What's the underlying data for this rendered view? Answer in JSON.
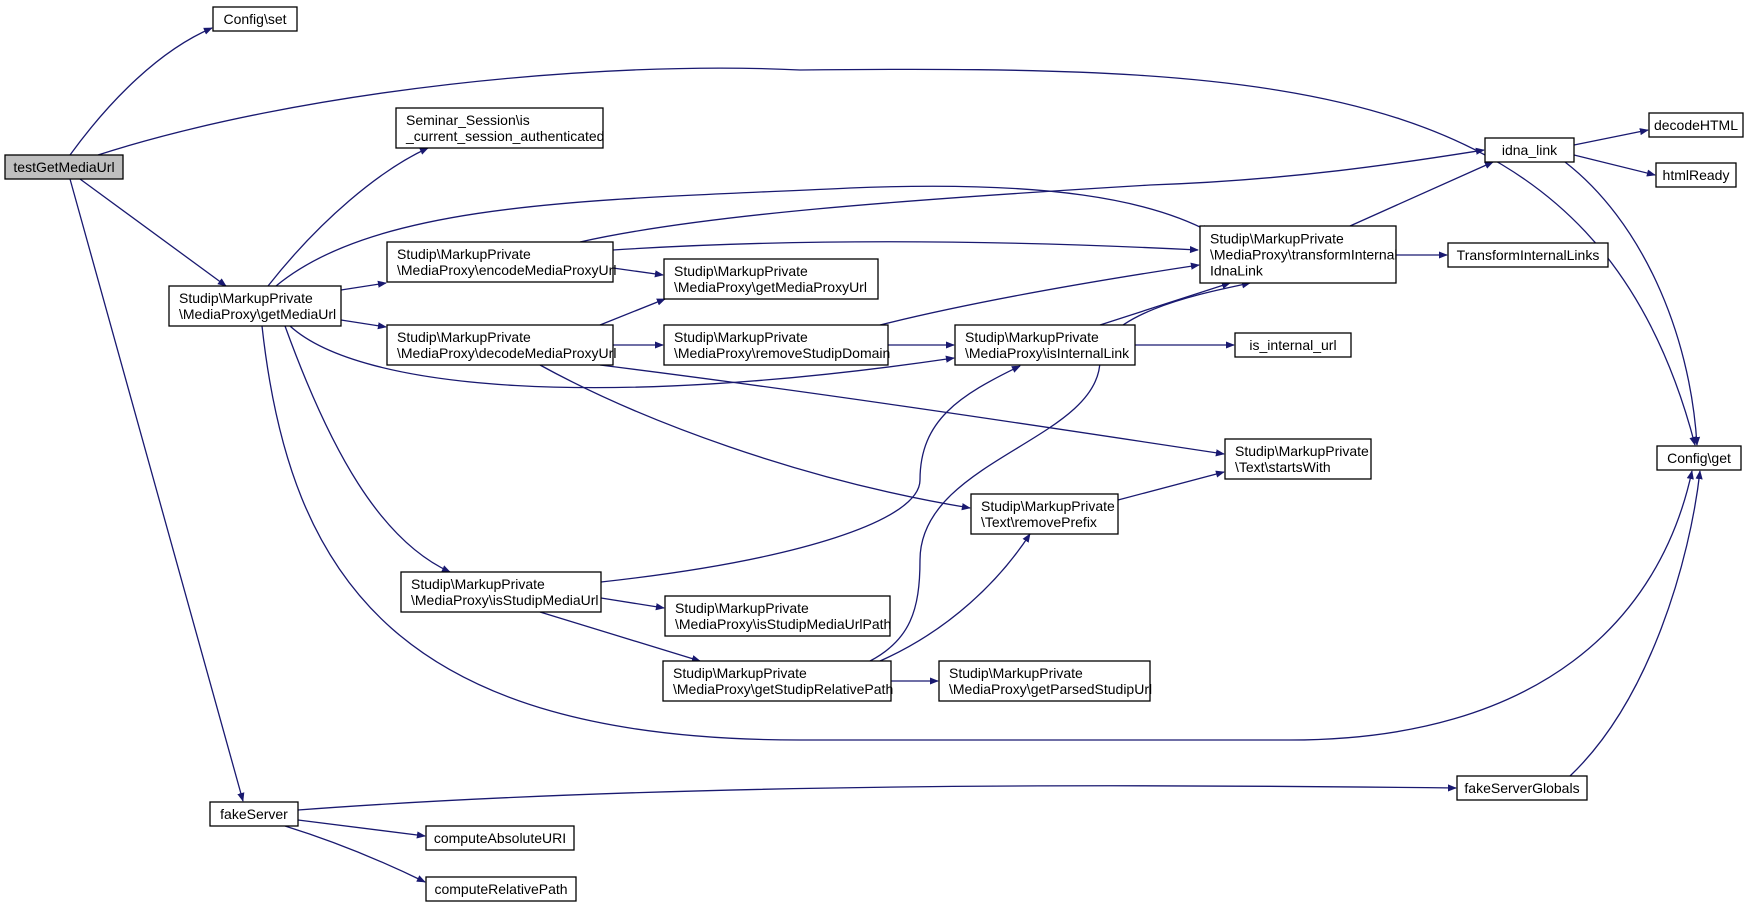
{
  "diagram": {
    "type": "call-graph",
    "colors": {
      "edge": "#191970",
      "node_border": "#000000",
      "node_fill": "#ffffff",
      "root_fill": "#bfbfbf"
    },
    "nodes": [
      {
        "id": "testGetMediaUrl",
        "lines": [
          "testGetMediaUrl"
        ],
        "root": true
      },
      {
        "id": "config_set",
        "lines": [
          "Config\\set"
        ]
      },
      {
        "id": "seminar_session",
        "lines": [
          "Seminar_Session\\is",
          "_current_session_authenticated"
        ]
      },
      {
        "id": "getMediaUrl",
        "lines": [
          "Studip\\MarkupPrivate",
          "\\MediaProxy\\getMediaUrl"
        ]
      },
      {
        "id": "encodeMediaProxyUrl",
        "lines": [
          "Studip\\MarkupPrivate",
          "\\MediaProxy\\encodeMediaProxyUrl"
        ]
      },
      {
        "id": "decodeMediaProxyUrl",
        "lines": [
          "Studip\\MarkupPrivate",
          "\\MediaProxy\\decodeMediaProxyUrl"
        ]
      },
      {
        "id": "getMediaProxyUrl",
        "lines": [
          "Studip\\MarkupPrivate",
          "\\MediaProxy\\getMediaProxyUrl"
        ]
      },
      {
        "id": "removeStudipDomain",
        "lines": [
          "Studip\\MarkupPrivate",
          "\\MediaProxy\\removeStudipDomain"
        ]
      },
      {
        "id": "isInternalLink",
        "lines": [
          "Studip\\MarkupPrivate",
          "\\MediaProxy\\isInternalLink"
        ]
      },
      {
        "id": "transformInternalIdnaLink",
        "lines": [
          "Studip\\MarkupPrivate",
          "\\MediaProxy\\transformInternal",
          "IdnaLink"
        ]
      },
      {
        "id": "idna_link",
        "lines": [
          "idna_link"
        ]
      },
      {
        "id": "decodeHTML",
        "lines": [
          "decodeHTML"
        ]
      },
      {
        "id": "htmlReady",
        "lines": [
          "htmlReady"
        ]
      },
      {
        "id": "TransformInternalLinks",
        "lines": [
          "TransformInternalLinks"
        ]
      },
      {
        "id": "is_internal_url",
        "lines": [
          "is_internal_url"
        ]
      },
      {
        "id": "startsWith",
        "lines": [
          "Studip\\MarkupPrivate",
          "\\Text\\startsWith"
        ]
      },
      {
        "id": "removePrefix",
        "lines": [
          "Studip\\MarkupPrivate",
          "\\Text\\removePrefix"
        ]
      },
      {
        "id": "config_get",
        "lines": [
          "Config\\get"
        ]
      },
      {
        "id": "isStudipMediaUrl",
        "lines": [
          "Studip\\MarkupPrivate",
          "\\MediaProxy\\isStudipMediaUrl"
        ]
      },
      {
        "id": "isStudipMediaUrlPath",
        "lines": [
          "Studip\\MarkupPrivate",
          "\\MediaProxy\\isStudipMediaUrlPath"
        ]
      },
      {
        "id": "getStudipRelativePath",
        "lines": [
          "Studip\\MarkupPrivate",
          "\\MediaProxy\\getStudipRelativePath"
        ]
      },
      {
        "id": "getParsedStudipUrl",
        "lines": [
          "Studip\\MarkupPrivate",
          "\\MediaProxy\\getParsedStudipUrl"
        ]
      },
      {
        "id": "fakeServer",
        "lines": [
          "fakeServer"
        ]
      },
      {
        "id": "fakeServerGlobals",
        "lines": [
          "fakeServerGlobals"
        ]
      },
      {
        "id": "computeAbsoluteURI",
        "lines": [
          "computeAbsoluteURI"
        ]
      },
      {
        "id": "computeRelativePath",
        "lines": [
          "computeRelativePath"
        ]
      }
    ],
    "edges": [
      [
        "testGetMediaUrl",
        "config_set"
      ],
      [
        "testGetMediaUrl",
        "config_get"
      ],
      [
        "testGetMediaUrl",
        "getMediaUrl"
      ],
      [
        "testGetMediaUrl",
        "fakeServer"
      ],
      [
        "getMediaUrl",
        "seminar_session"
      ],
      [
        "getMediaUrl",
        "encodeMediaProxyUrl"
      ],
      [
        "getMediaUrl",
        "decodeMediaProxyUrl"
      ],
      [
        "getMediaUrl",
        "transformInternalIdnaLink"
      ],
      [
        "getMediaUrl",
        "isInternalLink"
      ],
      [
        "getMediaUrl",
        "isStudipMediaUrl"
      ],
      [
        "getMediaUrl",
        "config_get"
      ],
      [
        "encodeMediaProxyUrl",
        "getMediaProxyUrl"
      ],
      [
        "encodeMediaProxyUrl",
        "transformInternalIdnaLink"
      ],
      [
        "encodeMediaProxyUrl",
        "idna_link"
      ],
      [
        "decodeMediaProxyUrl",
        "getMediaProxyUrl"
      ],
      [
        "decodeMediaProxyUrl",
        "removeStudipDomain"
      ],
      [
        "decodeMediaProxyUrl",
        "startsWith"
      ],
      [
        "decodeMediaProxyUrl",
        "removePrefix"
      ],
      [
        "removeStudipDomain",
        "isInternalLink"
      ],
      [
        "removeStudipDomain",
        "transformInternalIdnaLink"
      ],
      [
        "isInternalLink",
        "transformInternalIdnaLink"
      ],
      [
        "isInternalLink",
        "is_internal_url"
      ],
      [
        "transformInternalIdnaLink",
        "idna_link"
      ],
      [
        "transformInternalIdnaLink",
        "TransformInternalLinks"
      ],
      [
        "idna_link",
        "decodeHTML"
      ],
      [
        "idna_link",
        "htmlReady"
      ],
      [
        "idna_link",
        "config_get"
      ],
      [
        "removePrefix",
        "startsWith"
      ],
      [
        "isStudipMediaUrl",
        "isInternalLink"
      ],
      [
        "isStudipMediaUrl",
        "isStudipMediaUrlPath"
      ],
      [
        "isStudipMediaUrl",
        "getStudipRelativePath"
      ],
      [
        "getStudipRelativePath",
        "removePrefix"
      ],
      [
        "getStudipRelativePath",
        "transformInternalIdnaLink"
      ],
      [
        "getStudipRelativePath",
        "getParsedStudipUrl"
      ],
      [
        "fakeServer",
        "fakeServerGlobals"
      ],
      [
        "fakeServer",
        "computeAbsoluteURI"
      ],
      [
        "fakeServer",
        "computeRelativePath"
      ],
      [
        "fakeServerGlobals",
        "config_get"
      ]
    ]
  }
}
